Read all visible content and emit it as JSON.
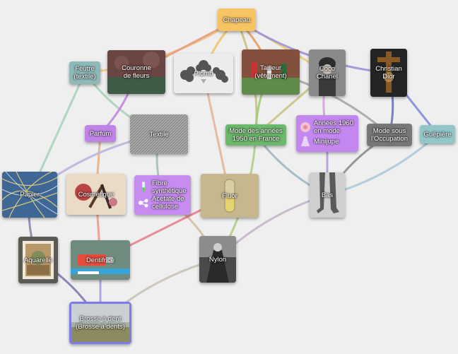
{
  "graph": {
    "nodes": {
      "chapeau": {
        "label": "Chapeau",
        "color": "#f7c463"
      },
      "feutre": {
        "label": "Feutre\n(textile)",
        "color": "#8fb9b9"
      },
      "couronne": {
        "label": "Couronne\nde fleurs",
        "icon": "meadow-photo-icon"
      },
      "plomb": {
        "label": "Plomb",
        "icon": "lead-metal-icon"
      },
      "tailleur": {
        "label": "Tailleur\n(vêtement)",
        "icon": "football-players-photo-icon"
      },
      "coco": {
        "label": "Coco\nChanel",
        "icon": "portrait-photo-icon"
      },
      "dior": {
        "label": "Christian\nDior",
        "icon": "christian-dior-portrait-icon"
      },
      "parfum": {
        "label": "Parfum",
        "color": "#c084e8"
      },
      "textile": {
        "label": "Textile",
        "icon": "fabric-texture-icon"
      },
      "mode1950": {
        "label": "Mode des années\n1950 en France",
        "color": "#6cb86c"
      },
      "annees1960": {
        "label1": "Années 1960\nen mode",
        "label2": "Minijupe",
        "color": "#c487f0",
        "icon1": "flower-icon",
        "icon2": "dress-icon"
      },
      "modeoccupation": {
        "label": "Mode sous\nl'Occupation",
        "color": "#777777"
      },
      "guepiere": {
        "label": "Guêpière",
        "color": "#92c6c9"
      },
      "papier": {
        "label": "Papier",
        "icon": "paper-fibers-icon"
      },
      "cosmetique": {
        "label": "Cosmétique",
        "icon": "makeup-brushes-icon"
      },
      "fibre": {
        "label1": "Fibre\nsynthétique",
        "label2": "Acétate de\ncellulose",
        "color": "#c68cf0",
        "icon1": "test-tube-icon",
        "icon2": "molecule-icon"
      },
      "fluor": {
        "label": "Fluor",
        "icon": "fluorine-vial-icon"
      },
      "bas": {
        "label": "Bas",
        "icon": "stockings-legs-icon"
      },
      "aquarelle": {
        "label": "Aquarelle",
        "icon": "watercolor-painting-icon"
      },
      "dentifrice": {
        "label": "Dentifrice",
        "icon": "toothpaste-icon"
      },
      "nylon": {
        "label": "Nylon",
        "icon": "nylon-photo-icon"
      },
      "brosse": {
        "label": "Brosse à dent\n(Brosse à dents)",
        "icon": "toothbrush-field-photo-icon"
      }
    },
    "edges": [
      {
        "from": "chapeau",
        "to": "feutre",
        "color": "#e7c98a"
      },
      {
        "from": "chapeau",
        "to": "couronne",
        "color": "#e99b7b"
      },
      {
        "from": "chapeau",
        "to": "plomb",
        "color": "#f1c46c"
      },
      {
        "from": "chapeau",
        "to": "tailleur",
        "color": "#e79b5c"
      },
      {
        "from": "chapeau",
        "to": "coco",
        "color": "#eecb76"
      },
      {
        "from": "chapeau",
        "to": "dior",
        "color": "#9b8fd6"
      },
      {
        "from": "chapeau",
        "to": "mode1950",
        "color": "#c9c27d"
      },
      {
        "from": "feutre",
        "to": "papier",
        "color": "#a9d3b9"
      },
      {
        "from": "feutre",
        "to": "textile",
        "color": "#a9d3b9"
      },
      {
        "from": "couronne",
        "to": "parfum",
        "color": "#c583e0"
      },
      {
        "from": "parfum",
        "to": "cosmetique",
        "color": "#e9b07c"
      },
      {
        "from": "tailleur",
        "to": "mode1950",
        "color": "#9ccc7a"
      },
      {
        "from": "tailleur",
        "to": "modeoccupation",
        "color": "#a6a6a6"
      },
      {
        "from": "coco",
        "to": "mode1950",
        "color": "#c9c27d"
      },
      {
        "from": "coco",
        "to": "annees1960",
        "color": "#d3a3d9"
      },
      {
        "from": "dior",
        "to": "modeoccupation",
        "color": "#6a74b6"
      },
      {
        "from": "dior",
        "to": "guepiere",
        "color": "#7f89de"
      },
      {
        "from": "mode1950",
        "to": "bas",
        "color": "#9cb7c5"
      },
      {
        "from": "mode1950",
        "to": "nylon",
        "color": "#b3cc88"
      },
      {
        "from": "annees1960",
        "to": "bas",
        "color": "#b59bd8"
      },
      {
        "from": "modeoccupation",
        "to": "bas",
        "color": "#8d8a92"
      },
      {
        "from": "guepiere",
        "to": "bas",
        "color": "#a9cbd6"
      },
      {
        "from": "plomb",
        "to": "fluor",
        "color": "#e7b49b"
      },
      {
        "from": "papier",
        "to": "aquarelle",
        "color": "#8a86aa"
      },
      {
        "from": "papier",
        "to": "textile",
        "color": "#bcb3de"
      },
      {
        "from": "cosmetique",
        "to": "dentifrice",
        "color": "#ef9a86"
      },
      {
        "from": "textile",
        "to": "fibre",
        "color": "#a7bcb9"
      },
      {
        "from": "fibre",
        "to": "nylon",
        "color": "#d4bd9f"
      },
      {
        "from": "fluor",
        "to": "dentifrice",
        "color": "#e8818e"
      },
      {
        "from": "bas",
        "to": "nylon",
        "color": "#c3b2ca"
      },
      {
        "from": "aquarelle",
        "to": "brosse",
        "color": "#7b7bb4"
      },
      {
        "from": "dentifrice",
        "to": "brosse",
        "color": "#a5a0d8"
      },
      {
        "from": "nylon",
        "to": "brosse",
        "color": "#c6c2b5"
      }
    ]
  }
}
